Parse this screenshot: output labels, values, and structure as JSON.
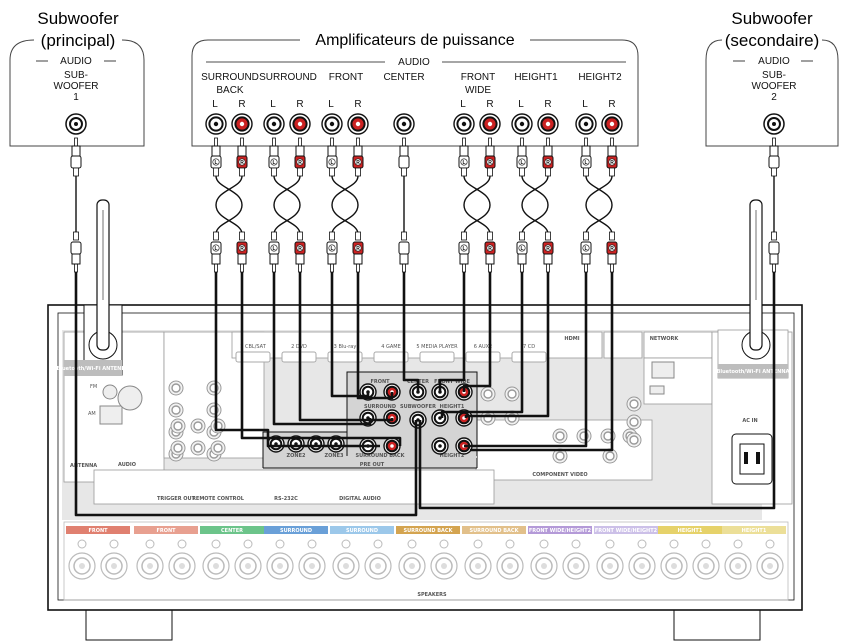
{
  "left_sub": {
    "title_line1": "Subwoofer",
    "title_line2": "(principal)",
    "audio": "AUDIO",
    "port_line1": "SUB-",
    "port_line2": "WOOFER",
    "port_line3": "1"
  },
  "right_sub": {
    "title_line1": "Subwoofer",
    "title_line2": "(secondaire)",
    "audio": "AUDIO",
    "port_line1": "SUB-",
    "port_line2": "WOOFER",
    "port_line3": "2"
  },
  "amp": {
    "title": "Amplificateurs de puissance",
    "audio": "AUDIO",
    "channels": [
      {
        "line1": "SURROUND",
        "line2": "BACK",
        "L": "L",
        "R": "R"
      },
      {
        "line1": "SURROUND",
        "line2": "",
        "L": "L",
        "R": "R"
      },
      {
        "line1": "FRONT",
        "line2": "",
        "L": "L",
        "R": "R"
      },
      {
        "line1": "CENTER",
        "line2": "",
        "L": "",
        "R": ""
      },
      {
        "line1": "FRONT",
        "line2": "WIDE",
        "L": "L",
        "R": "R"
      },
      {
        "line1": "HEIGHT1",
        "line2": "",
        "L": "L",
        "R": "R"
      },
      {
        "line1": "HEIGHT2",
        "line2": "",
        "L": "L",
        "R": "R"
      }
    ]
  },
  "receiver": {
    "preout_label": "PRE OUT",
    "preout_front": "FRONT",
    "preout_center": "CENTER",
    "preout_front_wide": "FRONT WIDE",
    "preout_surround": "SURROUND",
    "preout_subwoofer": "SUBWOOFER",
    "preout_height1": "HEIGHT1",
    "preout_zone2": "ZONE2",
    "preout_zone3": "ZONE3",
    "preout_surround_back": "SURROUND BACK",
    "preout_height2": "HEIGHT2",
    "antenna_left": "Bluetooth/Wi-Fi ANTENNA",
    "antenna_right": "Bluetooth/Wi-Fi ANTENNA",
    "network": "NETWORK",
    "ac_in": "AC IN",
    "antenna": "ANTENNA",
    "fm": "FM",
    "am": "AM",
    "hdmi": "HDMI",
    "audio": "AUDIO",
    "component_video": "COMPONENT VIDEO",
    "speakers": "SPEAKERS",
    "speaker_groups": [
      "FRONT",
      "FRONT",
      "CENTER",
      "SURROUND",
      "SURROUND",
      "SURROUND BACK",
      "SURROUND BACK",
      "FRONT WIDE/HEIGHT2",
      "FRONT WIDE/HEIGHT2",
      "HEIGHT1",
      "HEIGHT1"
    ],
    "hdmi_inputs": [
      "1 CBL/SAT",
      "2 DVD",
      "3 Blu-ray",
      "4 GAME",
      "5 MEDIA PLAYER",
      "6 AUX2",
      "7 CD"
    ],
    "bottom_labels": [
      "TRIGGER OUT",
      "REMOTE CONTROL",
      "RS-232C",
      "DIGITAL AUDIO"
    ]
  },
  "colors": {
    "red_jack": "#cc2222",
    "black": "#111111",
    "panel_grey": "#bdbdbd",
    "preout_grey": "#d4d4d4"
  }
}
